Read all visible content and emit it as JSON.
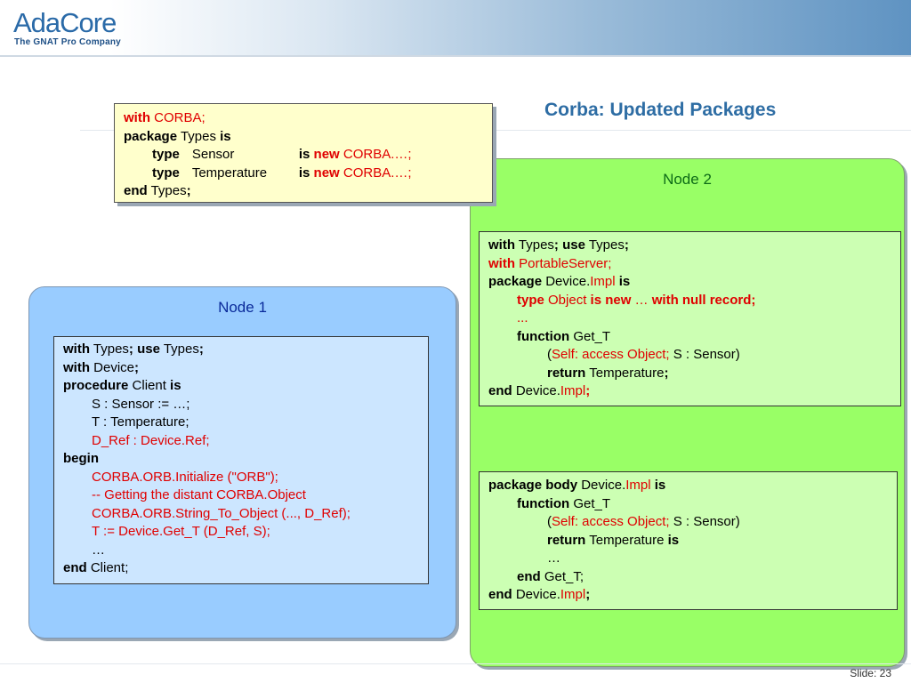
{
  "header": {
    "logo_ada": "Ada",
    "logo_core": "Core",
    "tagline": "The GNAT Pro Company"
  },
  "title": "Corba: Updated Packages",
  "slide_label": "Slide: 23",
  "types_pkg": {
    "l1_kw": "with",
    "l1_txt": " CORBA;",
    "l2_kw": "package",
    "l2_txt": " Types ",
    "l2_kw2": "is",
    "l3_kw": "type",
    "l3_name": "Sensor",
    "l3_is": "is",
    "l3_new": "new",
    "l3_rest": " CORBA.…;",
    "l4_kw": "type",
    "l4_name": "Temperature",
    "l4_is": "is",
    "l4_new": "new",
    "l4_rest": " CORBA.…;",
    "l5_kw": "end",
    "l5_txt": " Types",
    "l5_semi": ";"
  },
  "node1": {
    "title": "Node 1",
    "with1_kw": "with",
    "with1_txt": " Types",
    "with1_semi_use": "; use",
    "with1_txt2": " Types",
    "with1_semi": ";",
    "with2_kw": "with",
    "with2_txt": " Device",
    "with2_semi": ";",
    "proc_kw": "procedure",
    "proc_txt": " Client ",
    "proc_is": "is",
    "decl1": "S : Sensor := …;",
    "decl2": "T : Temperature;",
    "decl3": "D_Ref : Device.Ref;",
    "begin_kw": "begin",
    "stmt1": "CORBA.ORB.Initialize (\"ORB\");",
    "stmt2": "--  Getting the distant CORBA.Object",
    "stmt3": "CORBA.ORB.String_To_Object (..., D_Ref);",
    "stmt4": "T := Device.Get_T (D_Ref, S);",
    "stmt5": "…",
    "end_kw": "end",
    "end_txt": " Client;"
  },
  "node2": {
    "title": "Node 2",
    "spec": {
      "w1_kw": "with",
      "w1_txt": " Types",
      "w1_use": "; use",
      "w1_txt2": " Types",
      "w1_semi": ";",
      "w2_kw": "with",
      "w2_txt": " PortableServer;",
      "pkg_kw": "package",
      "pkg_txt": " Device.",
      "pkg_impl": "Impl",
      "pkg_is": " is",
      "type_kw": "type",
      "type_txt": " Object ",
      "type_isnew": "is new",
      "type_dots": " … ",
      "type_wnr": "with null record;",
      "dots": "...",
      "fn_kw": "function",
      "fn_txt": " Get_T",
      "param_open": "(",
      "param_self": "Self: access Object;",
      "param_rest": " S : Sensor)",
      "ret_kw": "return",
      "ret_txt": " Temperature",
      "ret_semi": ";",
      "end_kw": "end",
      "end_txt": " Device.",
      "end_impl": "Impl",
      "end_semi": ";"
    },
    "body": {
      "pb_kw": "package body",
      "pb_txt": " Device.",
      "pb_impl": "Impl",
      "pb_is": " is",
      "fn_kw": "function",
      "fn_txt": " Get_T",
      "param_open": "(",
      "param_self": "Self: access Object;",
      "param_rest": " S : Sensor)",
      "ret_kw": "return",
      "ret_txt": " Temperature ",
      "ret_is": "is",
      "dots": "…",
      "endf_kw": "end",
      "endf_txt": " Get_T;",
      "end_kw": "end",
      "end_txt": " Device.",
      "end_impl": "Impl",
      "end_semi": ";"
    }
  }
}
